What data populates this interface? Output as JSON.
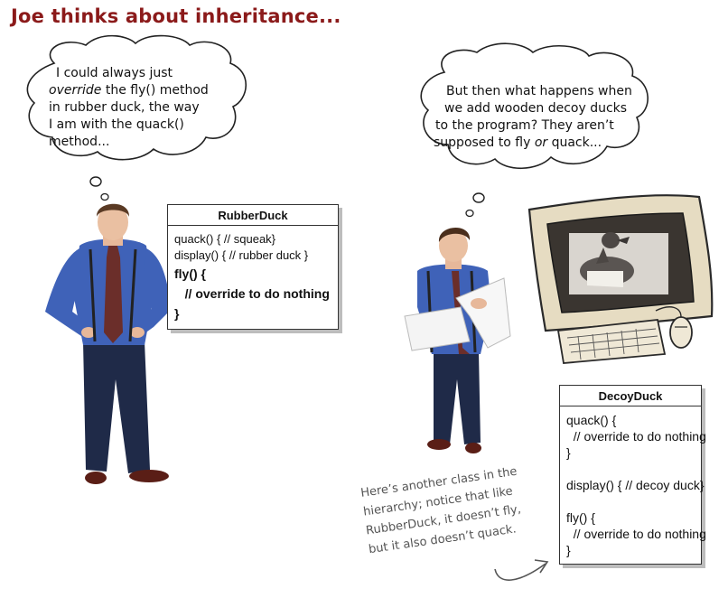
{
  "title": "Joe thinks about inheritance...",
  "bubble_left": {
    "line1": "I could always just",
    "line2_em": "override",
    "line2_rest": " the fly() method",
    "line3": "in rubber duck, the way",
    "line4": "I am with the quack()",
    "line5": "method..."
  },
  "bubble_right": {
    "line1": "But then what happens when",
    "line2": "we add wooden decoy ducks",
    "line3": "to the program? They aren’t",
    "line4_a": "supposed to fly ",
    "line4_em": "or",
    "line4_b": " quack..."
  },
  "rubber_duck": {
    "name": "RubberDuck",
    "method1": "quack()  { // squeak}",
    "method2": "display() { // rubber duck }",
    "method3": "fly() {",
    "method4": "   // override to do nothing",
    "method5": "}"
  },
  "decoy_duck": {
    "name": "DecoyDuck",
    "m1": "quack() {",
    "m2": "  // override to do nothing",
    "m3": "}",
    "m4": "display() { // decoy duck}",
    "m5": "fly() {",
    "m6": "  // override to do nothing",
    "m7": "}"
  },
  "note": {
    "line1": "Here’s another class in the",
    "line2": "hierarchy; notice that like",
    "line3": "RubberDuck, it doesn’t fly,",
    "line4": "but it also doesn’t quack."
  },
  "colors": {
    "title": "#8b1a1a",
    "shirt": "#3f62b8",
    "pants": "#1f2a48",
    "tie": "#6b2e2a",
    "monitor_frame": "#e6dcc2",
    "screen": "#3a3530"
  }
}
